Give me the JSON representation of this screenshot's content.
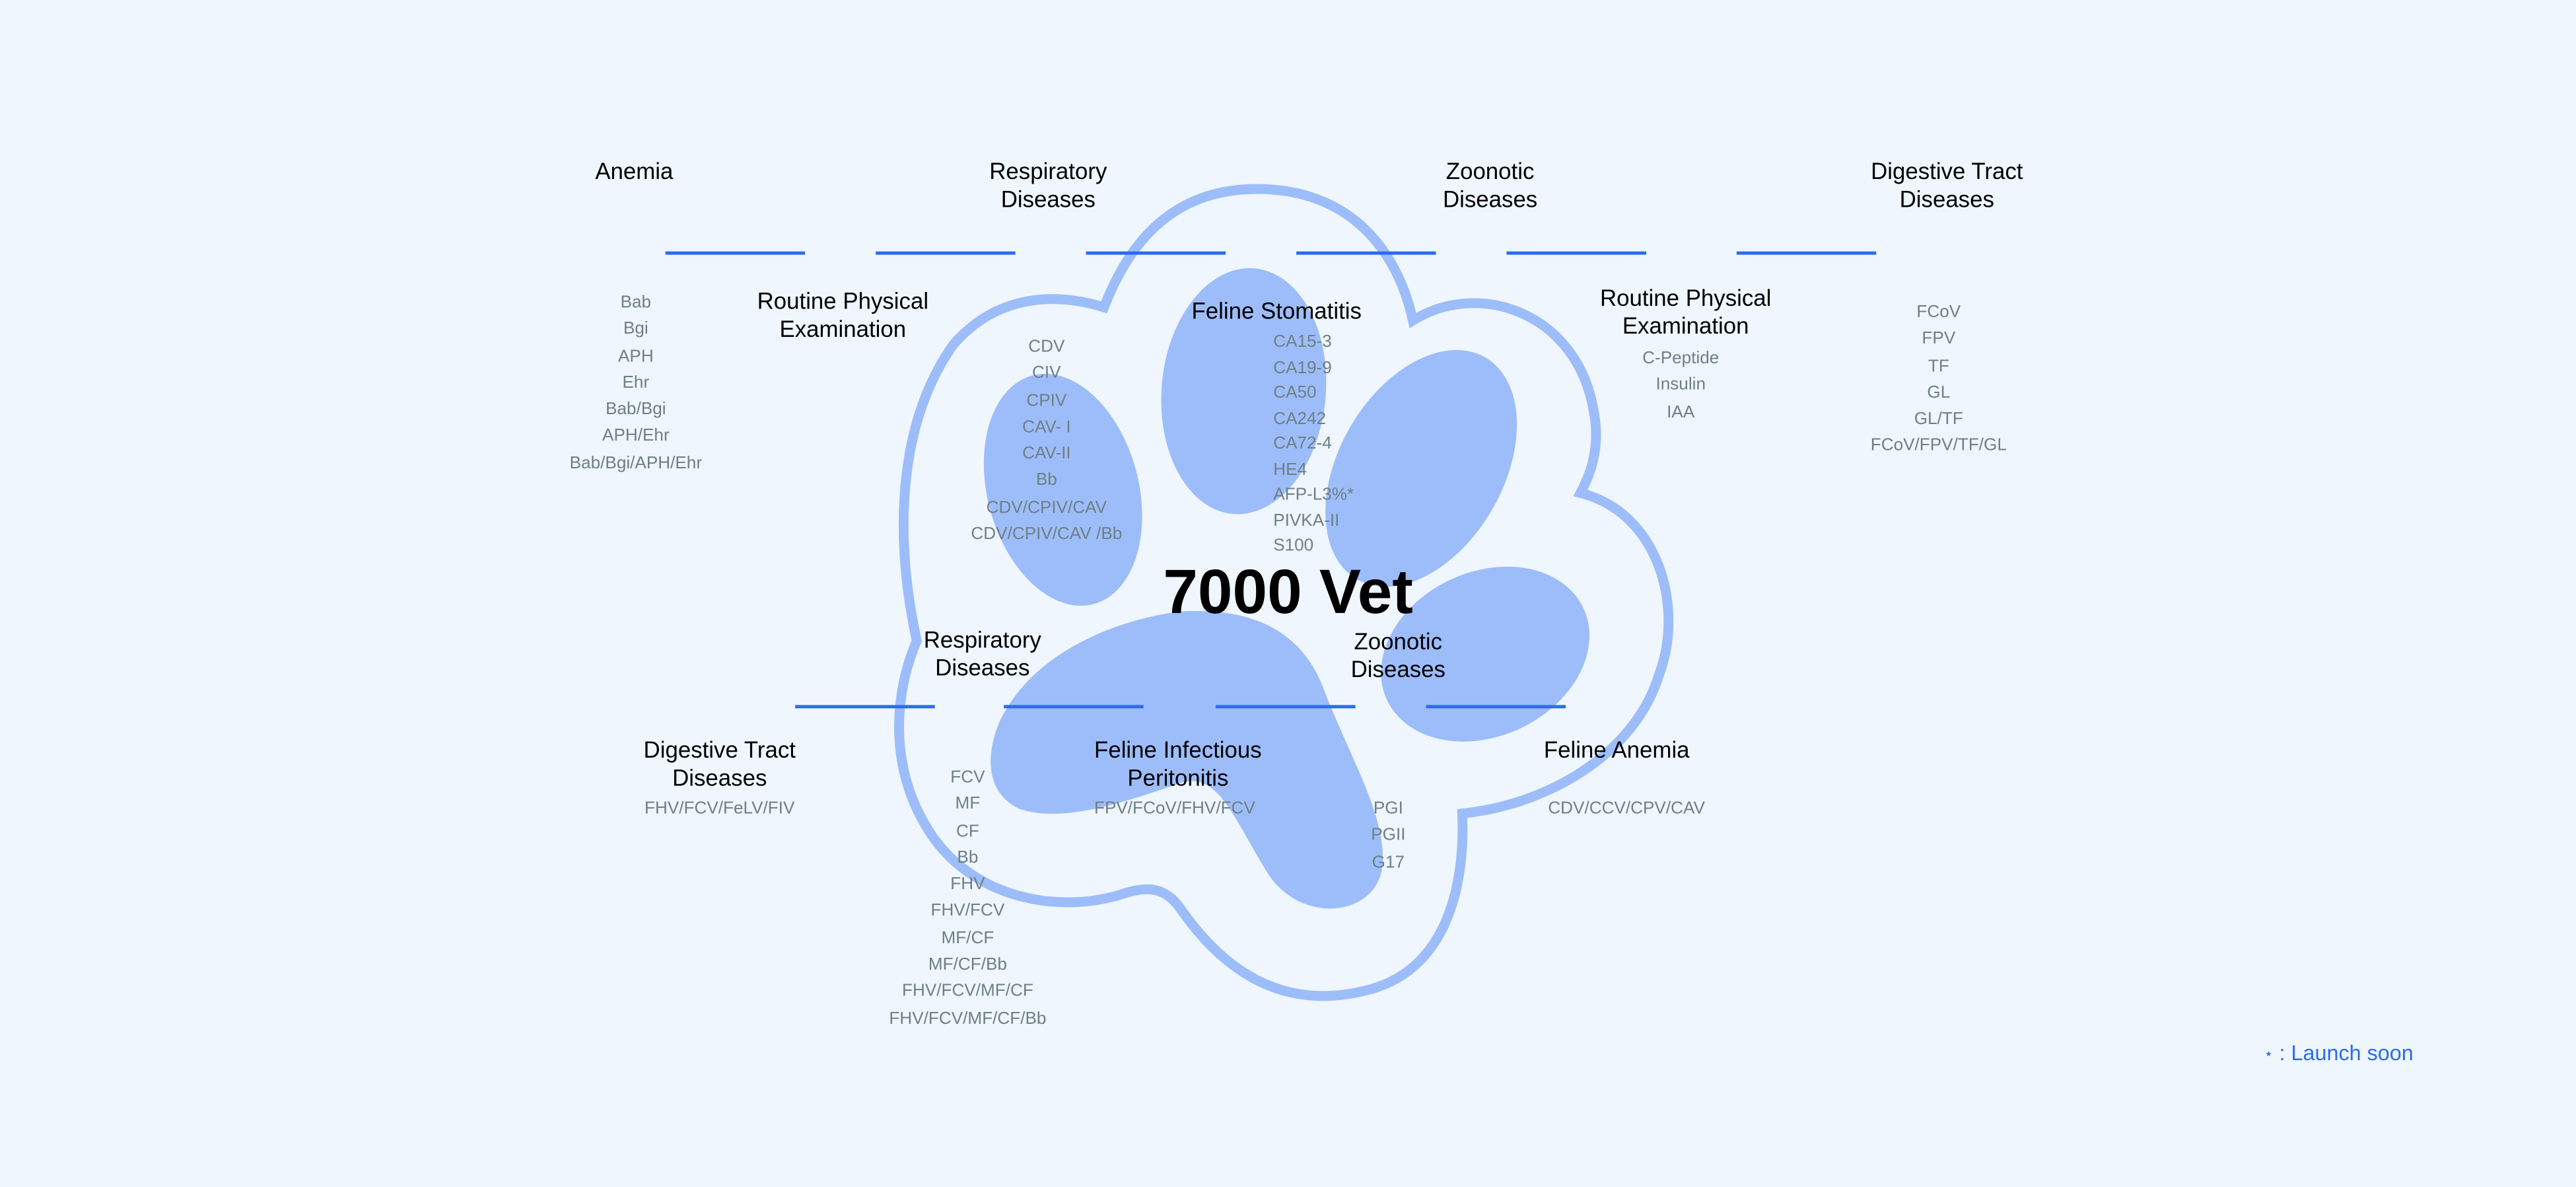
{
  "brand": "7000 Vet",
  "colors": {
    "background": "#eff6fe",
    "paw": "#9dbdfa",
    "accent": "#2b6bef",
    "list_text": "#6e7f85"
  },
  "top_categories": [
    {
      "title": "Anemia",
      "items": [
        "Bab",
        "Bgi",
        "APH",
        "Ehr",
        "Bab/Bgi",
        "APH/Ehr",
        "Bab/Bgi/APH/Ehr"
      ]
    },
    {
      "title": "Routine Physical Examination"
    },
    {
      "title": "Respiratory Diseases",
      "items": [
        "CDV",
        "CIV",
        "CPIV",
        "CAV- I",
        "CAV-II",
        "Bb",
        "CDV/CPIV/CAV",
        "CDV/CPIV/CAV /Bb"
      ]
    },
    {
      "title": "Feline Stomatitis",
      "items": [
        "CA15-3",
        "CA19-9",
        "CA50",
        "CA242",
        "CA72-4",
        "HE4",
        "AFP-L3%*",
        "PIVKA-II",
        "S100"
      ]
    },
    {
      "title": "Zoonotic Diseases"
    },
    {
      "title": "Routine Physical Examination",
      "items": [
        "C-Peptide",
        "Insulin",
        "IAA"
      ]
    },
    {
      "title": "Digestive Tract Diseases",
      "items": [
        "FCoV",
        "FPV",
        "TF",
        "GL",
        "GL/TF",
        "FCoV/FPV/TF/GL"
      ]
    }
  ],
  "bottom_categories": [
    {
      "title": "Digestive Tract Diseases",
      "items": [
        "FHV/FCV/FeLV/FIV"
      ]
    },
    {
      "title": "Respiratory Diseases",
      "items": [
        "FCV",
        "MF",
        "CF",
        "Bb",
        "FHV",
        "FHV/FCV",
        "MF/CF",
        "MF/CF/Bb",
        "FHV/FCV/MF/CF",
        "FHV/FCV/MF/CF/Bb"
      ]
    },
    {
      "title": "Feline Infectious Peritonitis",
      "items": [
        "FPV/FCoV/FHV/FCV"
      ]
    },
    {
      "title": "Zoonotic Diseases",
      "items": [
        "PGI",
        "PGII",
        "G17"
      ]
    },
    {
      "title": "Feline Anemia",
      "items": [
        "CDV/CCV/CPV/CAV"
      ]
    }
  ],
  "legend": {
    "symbol": "⋆",
    "text": ": Launch soon"
  }
}
